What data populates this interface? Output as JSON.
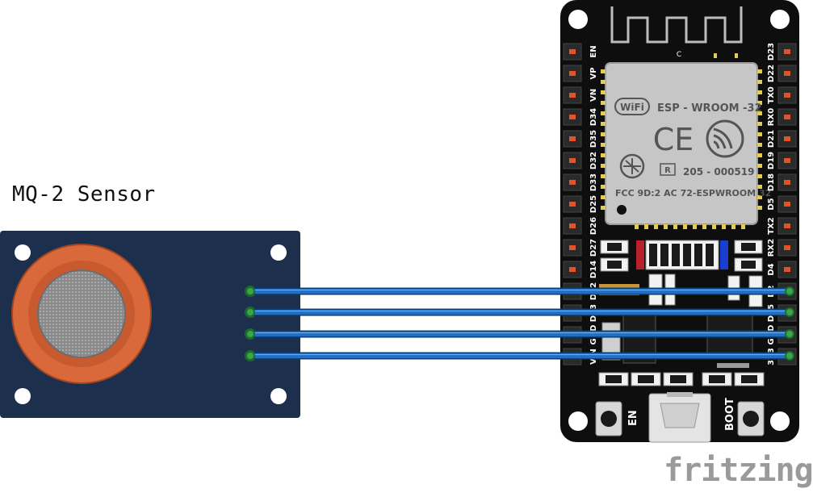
{
  "sensor": {
    "title": "MQ-2 Sensor"
  },
  "esp32": {
    "module_name": "ESP - WROOM -32",
    "module_id": "205 - 000519",
    "fcc_line": "FCC 9D:2 AC 72-ESPWROOM  32",
    "ce_mark": "CE",
    "reg_mark": "R",
    "antenna_label": "C",
    "wifi_logo": "WiFi",
    "left_pins": [
      "EN",
      "VP",
      "VN",
      "D34",
      "D35",
      "D32",
      "D33",
      "D25",
      "D26",
      "D27",
      "D14",
      "D12",
      "D13",
      "GND",
      "VIN"
    ],
    "right_pins": [
      "D23",
      "D22",
      "TX0",
      "RX0",
      "D21",
      "D19",
      "D18",
      "D5",
      "TX2",
      "RX2",
      "D4",
      "D2",
      "D15",
      "GND",
      "3V3"
    ],
    "en_button_label": "EN",
    "boot_button_label": "BOOT"
  },
  "wires": {
    "count": 4,
    "color": "#1f6fc4"
  },
  "brand": {
    "name": "fritzing"
  },
  "colors": {
    "board": "#1c2f4d",
    "sensor_ring": "#d9683a",
    "esp_body": "#0e0e0e",
    "module_shield": "#c6c6c6",
    "pin_orange": "#e0542a",
    "pad_yellow": "#e3cc56",
    "wire": "#1f6fc4"
  }
}
